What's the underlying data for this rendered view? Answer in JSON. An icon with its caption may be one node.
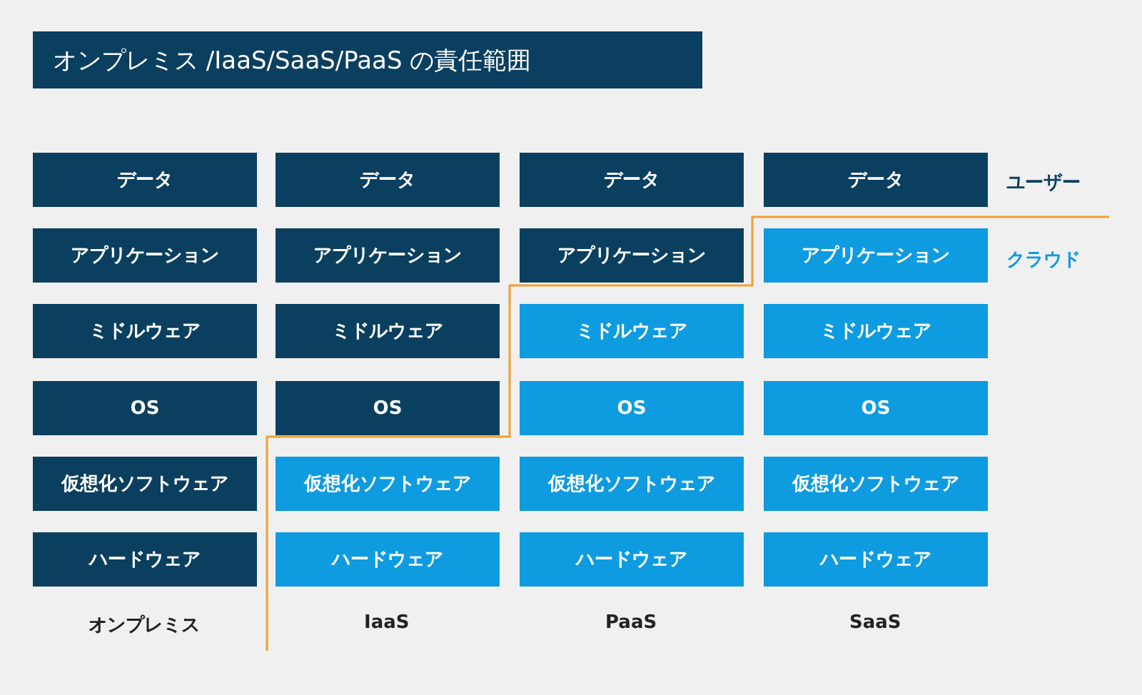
{
  "diagram": {
    "title": "オンプレミス /IaaS/SaaS/PaaS の責任範囲",
    "nodes": [
      {
        "text": [
          "データ"
        ]
      },
      {
        "text": [
          "データ"
        ]
      },
      {
        "text": [
          "データ"
        ]
      },
      {
        "text": [
          "データ"
        ]
      },
      {
        "text": [
          "アプリケーション"
        ]
      },
      {
        "text": [
          "アプリケーション"
        ]
      },
      {
        "text": [
          "アプリケーション"
        ]
      },
      {
        "text": [
          "アプリケーション"
        ]
      },
      {
        "text": [
          "ミドルウェア"
        ]
      },
      {
        "text": [
          "ミドルウェア"
        ]
      },
      {
        "text": [
          "ミドルウェア"
        ]
      },
      {
        "text": [
          "ミドルウェア"
        ]
      },
      {
        "text": [
          "OS"
        ]
      },
      {
        "text": [
          "OS"
        ]
      },
      {
        "text": [
          "OS"
        ]
      },
      {
        "text": [
          "OS"
        ]
      },
      {
        "text": [
          "仮想化ソフトウェア"
        ]
      },
      {
        "text": [
          "仮想化ソフトウェア"
        ]
      },
      {
        "text": [
          "仮想化ソフトウェア"
        ]
      },
      {
        "text": [
          "仮想化ソフトウェア"
        ]
      },
      {
        "text": [
          "ハードウェア"
        ]
      },
      {
        "text": [
          "ハードウェア"
        ]
      },
      {
        "text": [
          "ハードウェア"
        ]
      },
      {
        "text": [
          "ハードウェア"
        ]
      }
    ],
    "labels": [
      "ユーザー",
      "クラウド",
      "オンプレミス",
      "IaaS",
      "PaaS",
      "SaaS"
    ]
  }
}
